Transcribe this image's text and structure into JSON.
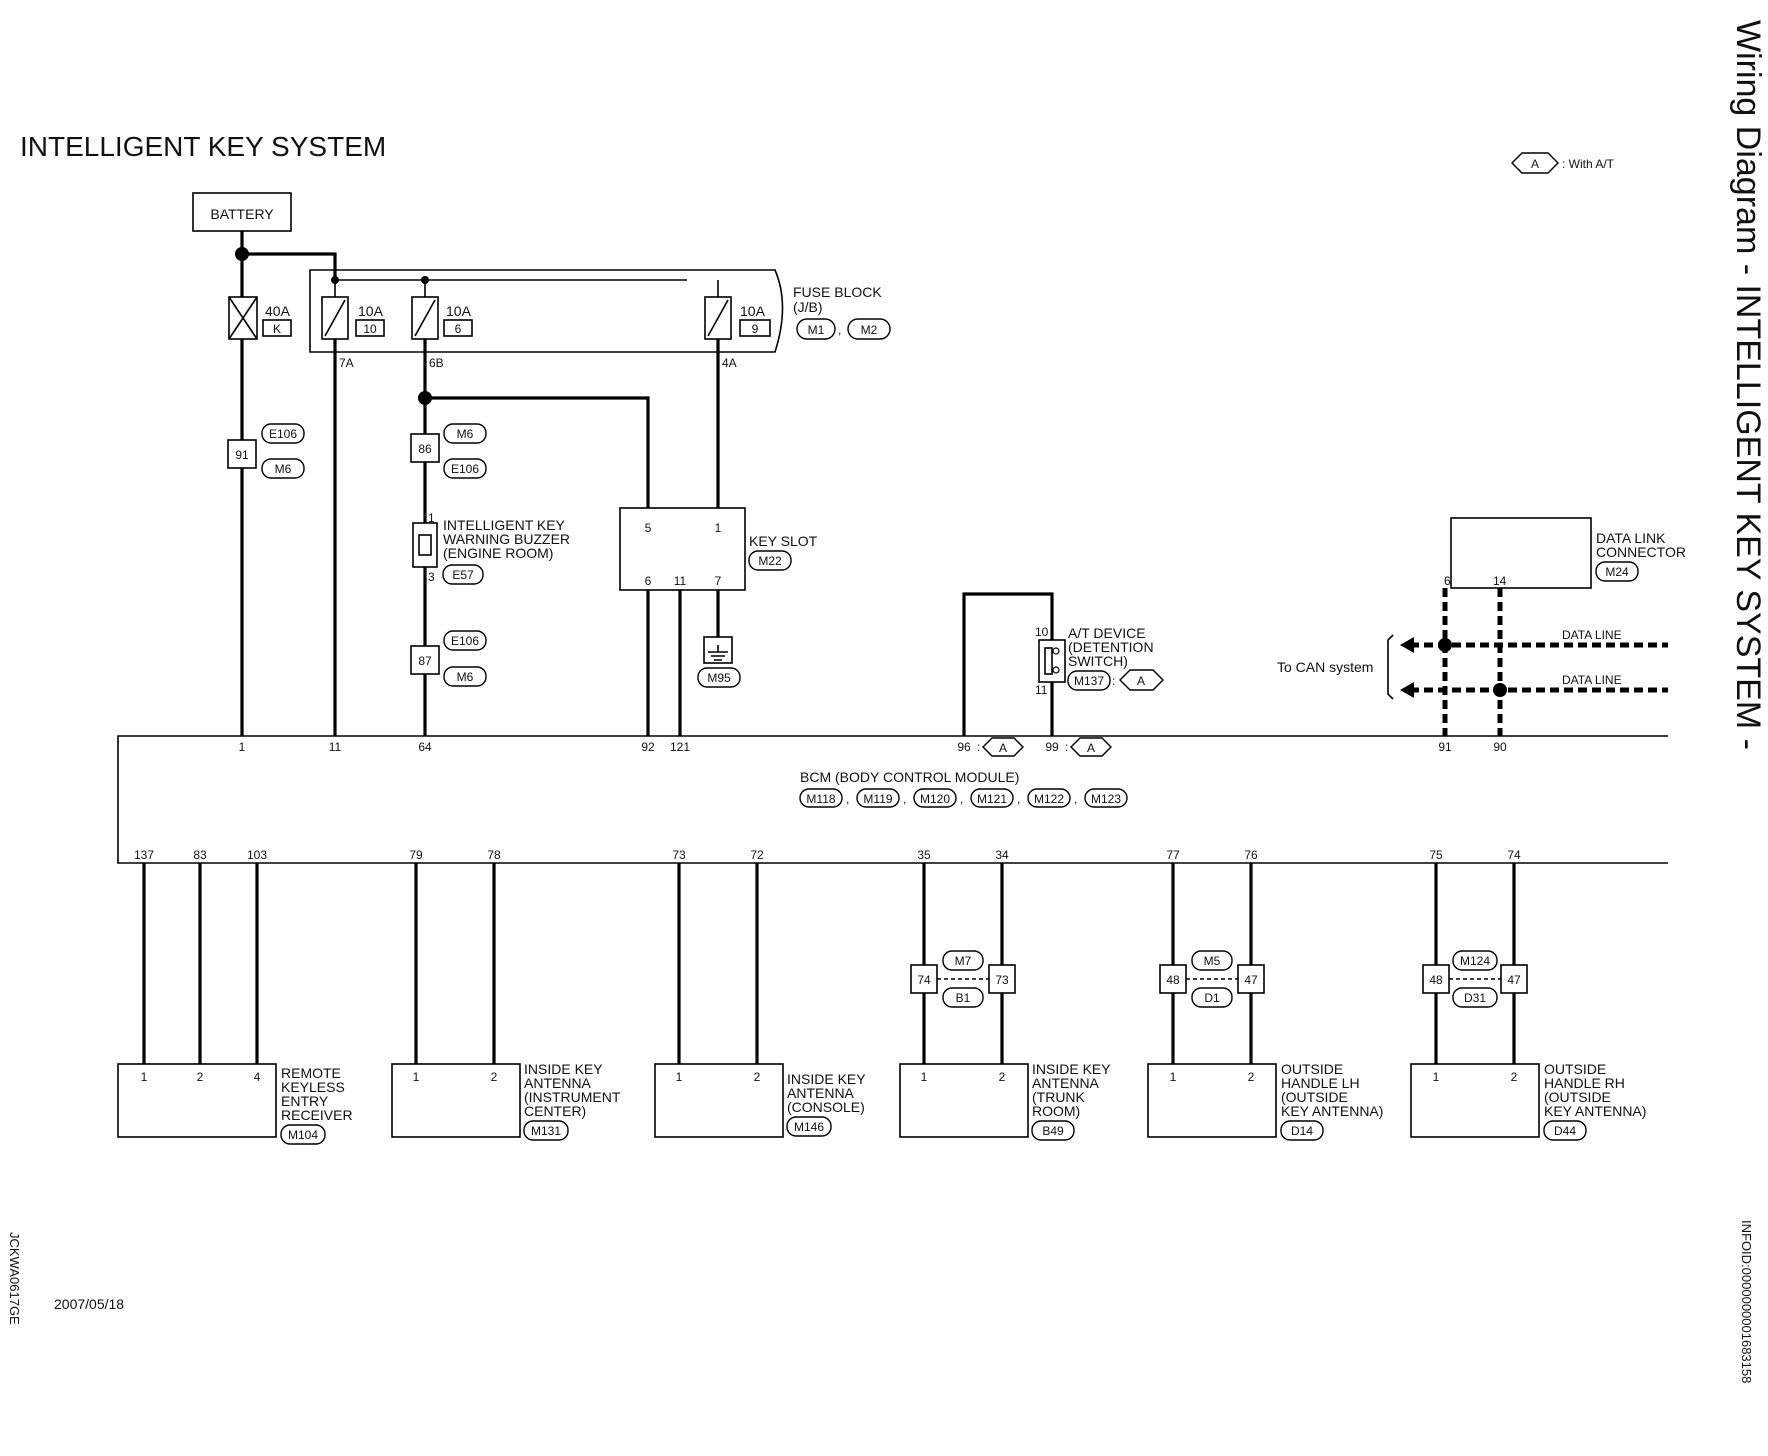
{
  "title": "INTELLIGENT KEY SYSTEM",
  "side_title": "Wiring Diagram - INTELLIGENT KEY SYSTEM -",
  "legend": {
    "tag": "A",
    "text": ": With A/T"
  },
  "battery": "BATTERY",
  "fuses": [
    {
      "amp": "40A",
      "id": "K"
    },
    {
      "amp": "10A",
      "id": "10"
    },
    {
      "amp": "10A",
      "id": "6"
    },
    {
      "amp": "10A",
      "id": "9"
    }
  ],
  "fuse_block": {
    "name": "FUSE BLOCK",
    "sub": "(J/B)",
    "connectors": [
      "M1",
      "M2"
    ],
    "sep": ","
  },
  "fuse_outputs": [
    "7A",
    "6B",
    "4A"
  ],
  "joints": [
    {
      "pin": "91",
      "conns": [
        "E106",
        "M6"
      ]
    },
    {
      "pin": "86",
      "conns": [
        "M6",
        "E106"
      ]
    },
    {
      "pin": "87",
      "conns": [
        "E106",
        "M6"
      ]
    }
  ],
  "buzzer": {
    "lines": [
      "INTELLIGENT KEY",
      "WARNING BUZZER",
      "(ENGINE ROOM)"
    ],
    "conn": "E57",
    "pins": [
      "1",
      "3"
    ]
  },
  "key_slot": {
    "name": "KEY SLOT",
    "conn": "M22",
    "pins_top": [
      "5",
      "1"
    ],
    "pins_bottom": [
      "6",
      "11",
      "7"
    ],
    "ground": "M95"
  },
  "at_device": {
    "lines": [
      "A/T DEVICE",
      "(DETENTION",
      "SWITCH)"
    ],
    "conn": "M137",
    "tag": "A",
    "pins": [
      "10",
      "11"
    ]
  },
  "data_link": {
    "lines": [
      "DATA LINK",
      "CONNECTOR"
    ],
    "conn": "M24",
    "pins": [
      "6",
      "14"
    ]
  },
  "data_lines": [
    "DATA LINE",
    "DATA LINE"
  ],
  "can_label": "To CAN system",
  "bcm": {
    "name": "BCM (BODY CONTROL MODULE)",
    "connectors": [
      "M118",
      "M119",
      "M120",
      "M121",
      "M122",
      "M123"
    ],
    "pins_top": [
      "1",
      "11",
      "64",
      "92",
      "121",
      "96",
      "99",
      "91",
      "90"
    ],
    "tag_96": "A",
    "tag_99": "A",
    "pins_bottom": [
      "137",
      "83",
      "103",
      "79",
      "78",
      "73",
      "72",
      "35",
      "34",
      "77",
      "76",
      "75",
      "74"
    ]
  },
  "inline_connectors": [
    {
      "left": "74",
      "right": "73",
      "top": "M7",
      "bottom": "B1"
    },
    {
      "left": "48",
      "right": "47",
      "top": "M5",
      "bottom": "D1"
    },
    {
      "left": "48",
      "right": "47",
      "top": "M124",
      "bottom": "D31"
    }
  ],
  "components": [
    {
      "pins": [
        "1",
        "2",
        "4"
      ],
      "lines": [
        "REMOTE",
        "KEYLESS",
        "ENTRY",
        "RECEIVER"
      ],
      "conn": "M104"
    },
    {
      "pins": [
        "1",
        "2"
      ],
      "lines": [
        "INSIDE KEY",
        "ANTENNA",
        "(INSTRUMENT",
        "CENTER)"
      ],
      "conn": "M131"
    },
    {
      "pins": [
        "1",
        "2"
      ],
      "lines": [
        "INSIDE KEY",
        "ANTENNA",
        "(CONSOLE)"
      ],
      "conn": "M146"
    },
    {
      "pins": [
        "1",
        "2"
      ],
      "lines": [
        "INSIDE KEY",
        "ANTENNA",
        "(TRUNK",
        "ROOM)"
      ],
      "conn": "B49"
    },
    {
      "pins": [
        "1",
        "2"
      ],
      "lines": [
        "OUTSIDE",
        "HANDLE LH",
        "(OUTSIDE",
        "KEY ANTENNA)"
      ],
      "conn": "D14"
    },
    {
      "pins": [
        "1",
        "2"
      ],
      "lines": [
        "OUTSIDE",
        "HANDLE RH",
        "(OUTSIDE",
        "KEY ANTENNA)"
      ],
      "conn": "D44"
    }
  ],
  "code_left": "JCKWA0617GE",
  "date": "2007/05/18",
  "code_right": "INFOID:0000000001683158"
}
